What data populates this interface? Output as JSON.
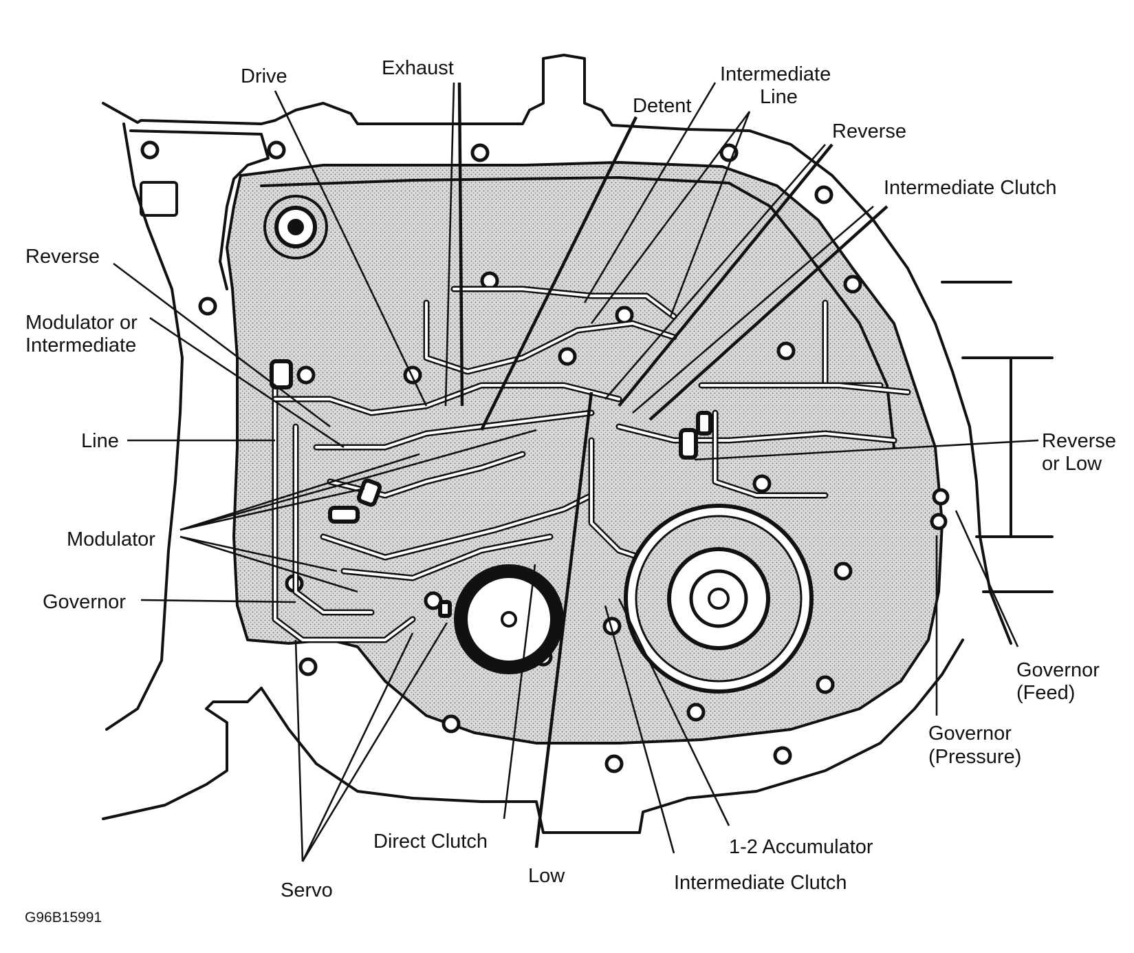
{
  "figure_code": "G96B15991",
  "labels": {
    "drive": "Drive",
    "exhaust": "Exhaust",
    "detent": "Detent",
    "intermediate_line_1": "Intermediate",
    "intermediate_line_2": "Line",
    "reverse_top": "Reverse",
    "intermediate_clutch_top": "Intermediate Clutch",
    "reverse_left": "Reverse",
    "modulator_or_intermediate_1": "Modulator or",
    "modulator_or_intermediate_2": "Intermediate",
    "line": "Line",
    "modulator": "Modulator",
    "governor_left": "Governor",
    "reverse_or_low_1": "Reverse",
    "reverse_or_low_2": "or Low",
    "governor_feed_1": "Governor",
    "governor_feed_2": "(Feed)",
    "governor_pressure_1": "Governor",
    "governor_pressure_2": "(Pressure)",
    "direct_clutch": "Direct Clutch",
    "low": "Low",
    "servo": "Servo",
    "accumulator_1_2": "1-2 Accumulator",
    "intermediate_clutch_bottom": "Intermediate Clutch"
  }
}
